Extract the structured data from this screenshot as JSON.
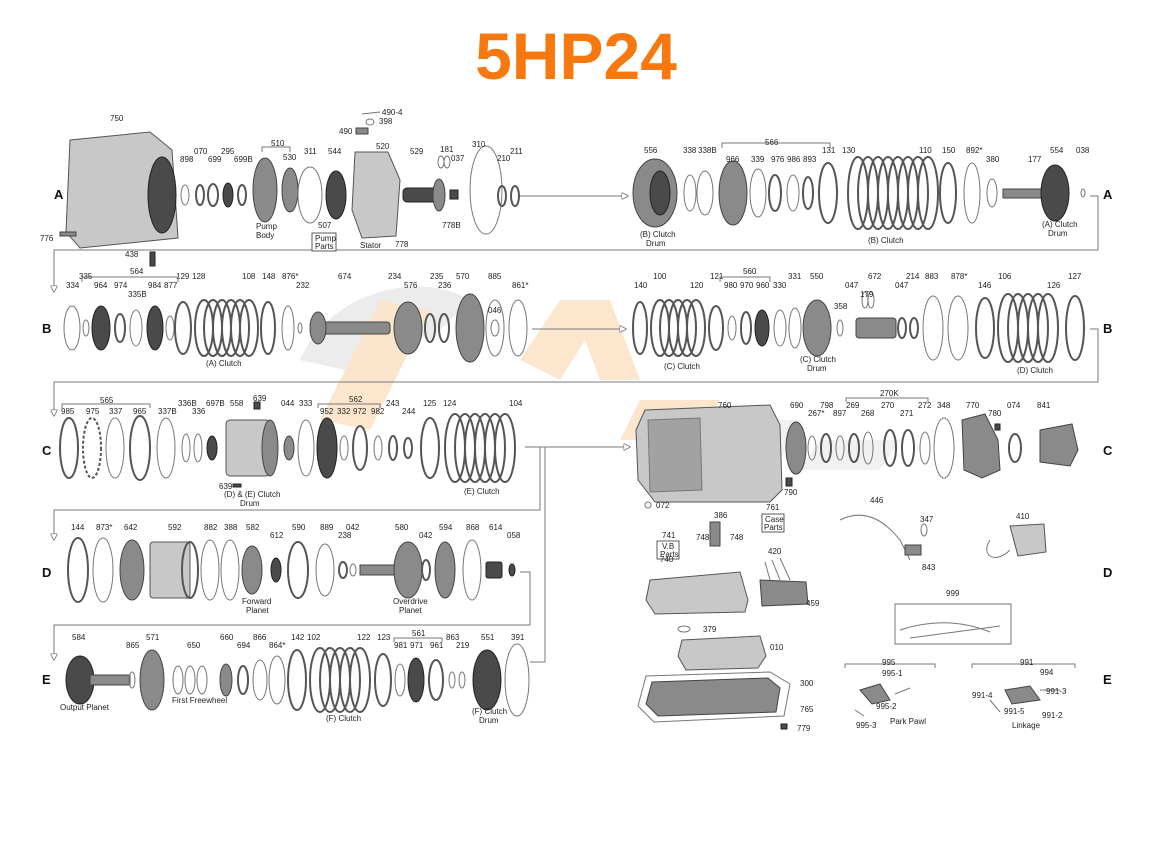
{
  "title": "5HP24",
  "colors": {
    "title": "#f7780f",
    "watermark": "#f3a44a",
    "watermark_gray": "#cfcfcf"
  },
  "rows": [
    "A",
    "B",
    "C",
    "D",
    "E"
  ],
  "labels": {
    "a_left": [
      "750",
      "898",
      "070",
      "699",
      "295",
      "699B",
      "510",
      "530",
      "311",
      "544",
      "520",
      "529",
      "490-4",
      "398",
      "490",
      "181",
      "037",
      "310",
      "210",
      "211",
      "776",
      "438",
      "507",
      "778",
      "778B"
    ],
    "a_right": [
      "556",
      "338",
      "338B",
      "566",
      "966",
      "339",
      "976",
      "986",
      "893",
      "131",
      "130",
      "110",
      "150",
      "892*",
      "380",
      "177",
      "554",
      "038"
    ],
    "b_left": [
      "334",
      "335",
      "564",
      "964",
      "974",
      "335B",
      "984",
      "877",
      "129",
      "128",
      "108",
      "148",
      "876*",
      "232",
      "674",
      "234",
      "576",
      "235",
      "236",
      "570",
      "885",
      "046",
      "861*"
    ],
    "b_right": [
      "140",
      "100",
      "120",
      "121",
      "560",
      "980",
      "970",
      "960",
      "330",
      "331",
      "550",
      "047",
      "358",
      "179",
      "672",
      "047",
      "214",
      "883",
      "878*",
      "146",
      "106",
      "126",
      "127"
    ],
    "c_left": [
      "565",
      "985",
      "975",
      "337",
      "965",
      "337B",
      "336B",
      "336",
      "697B",
      "558",
      "639",
      "044",
      "333",
      "562",
      "952",
      "332",
      "972",
      "982",
      "243",
      "244",
      "125",
      "124",
      "104",
      "639"
    ],
    "c_right": [
      "760",
      "690",
      "267*",
      "798",
      "897",
      "270K",
      "269",
      "268",
      "270",
      "271",
      "272",
      "348",
      "770",
      "780",
      "074",
      "841",
      "790",
      "072"
    ],
    "d_left": [
      "144",
      "873*",
      "642",
      "592",
      "882",
      "388",
      "582",
      "612",
      "590",
      "889",
      "238",
      "042",
      "580",
      "042",
      "594",
      "868",
      "614",
      "058"
    ],
    "d_right": [
      "741",
      "386",
      "748",
      "748",
      "761",
      "740",
      "420",
      "459",
      "446",
      "347",
      "843",
      "410"
    ],
    "e_left": [
      "584",
      "865",
      "571",
      "650",
      "660",
      "694",
      "866",
      "864*",
      "142",
      "102",
      "122",
      "123",
      "561",
      "981",
      "971",
      "961",
      "863",
      "219",
      "551",
      "391"
    ],
    "e_right": [
      "379",
      "010",
      "300",
      "765",
      "779",
      "999",
      "995",
      "995-1",
      "995-2",
      "995-3",
      "991",
      "994",
      "991-3",
      "991-4",
      "991-5",
      "991-2"
    ]
  },
  "captions": {
    "pump_body": [
      "Pump",
      "Body"
    ],
    "pump_parts": [
      "Pump",
      "Parts"
    ],
    "stator": "Stator",
    "b_clutch_drum": [
      "(B) Clutch",
      "Drum"
    ],
    "b_clutch": "(B) Clutch",
    "a_clutch_drum": [
      "(A) Clutch",
      "Drum"
    ],
    "a_clutch": "(A) Clutch",
    "c_clutch": "(C) Clutch",
    "c_clutch_drum": [
      "(C) Clutch",
      "Drum"
    ],
    "d_clutch": "(D) Clutch",
    "de_clutch_drum": [
      "(D) & (E) Clutch",
      "Drum"
    ],
    "e_clutch": "(E) Clutch",
    "vb_parts": [
      "V.B",
      "Parts"
    ],
    "case_parts": [
      "Case",
      "Parts"
    ],
    "forward_planet": [
      "Forward",
      "Planet"
    ],
    "overdrive_planet": [
      "Overdrive",
      "Planet"
    ],
    "output_planet": "Output Planet",
    "first_freewheel": "First Freewheel",
    "f_clutch": "(F) Clutch",
    "f_clutch_drum": [
      "(F) Clutch",
      "Drum"
    ],
    "park_pawl": "Park Pawl",
    "linkage": "Linkage"
  }
}
